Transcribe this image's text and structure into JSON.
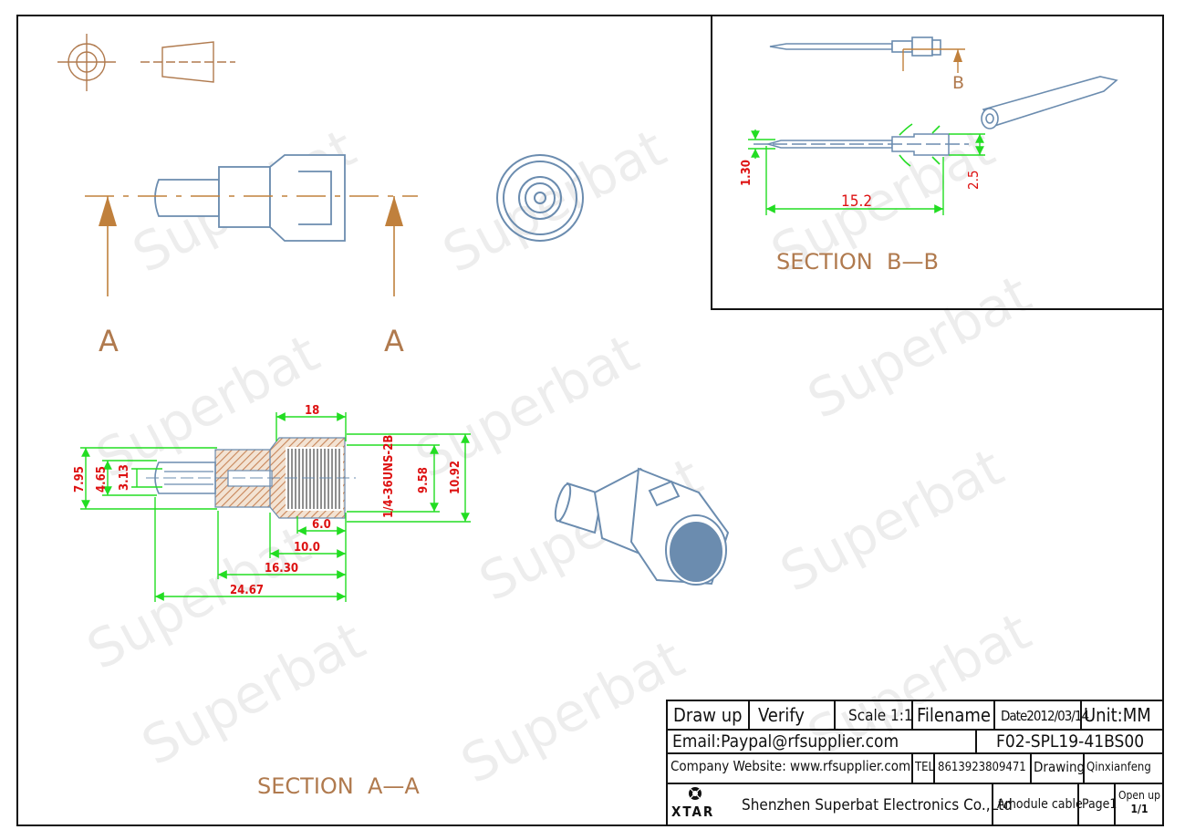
{
  "watermark": "Superbat",
  "views": {
    "section_a_label": "SECTION  A—A",
    "section_b_label": "SECTION  B—B",
    "cut_letter_a": "A",
    "cut_letter_b": "B"
  },
  "dimensions": {
    "d18": "18",
    "d7_95": "7.95",
    "d4_65": "4.65",
    "d3_13": "3.13",
    "thread": "1/4-36UNS-2B",
    "d9_58": "9.58",
    "d10_92": "10.92",
    "d6_0": "6.0",
    "d10_0": "10.0",
    "d16_30": "16.30",
    "d24_67": "24.67",
    "pin_len": "15.2",
    "pin_dia": "1.30",
    "pin_head": "2.5"
  },
  "title_block": {
    "draw_up": "Draw up",
    "verify": "Verify",
    "scale": "Scale 1:1",
    "filename": "Filename",
    "date": "Date2012/03/14",
    "unit": "Unit:MM",
    "email": "Email:Paypal@rfsupplier.com",
    "part_no": "F02-SPL19-41BS00",
    "website": "Company Website:  www.rfsupplier.com",
    "tel_label": "TEL",
    "tel": "8613923809471",
    "drawing_label": "Drawing",
    "drawer": "Qinxianfeng",
    "logo_text": "XTAR",
    "company": "Shenzhen Superbat Electronics Co.,Ltd",
    "product": "Amodule cable",
    "page": "Page1",
    "open_up": "Open up",
    "open_up_count": "1/1"
  },
  "colors": {
    "outline": "#6b8caf",
    "section_marks": "#c0803c",
    "dimension": "#22dd22",
    "dimension_text": "#dd1111",
    "hatch": "#c8865a",
    "label": "#b07a4e",
    "border": "#111111"
  }
}
